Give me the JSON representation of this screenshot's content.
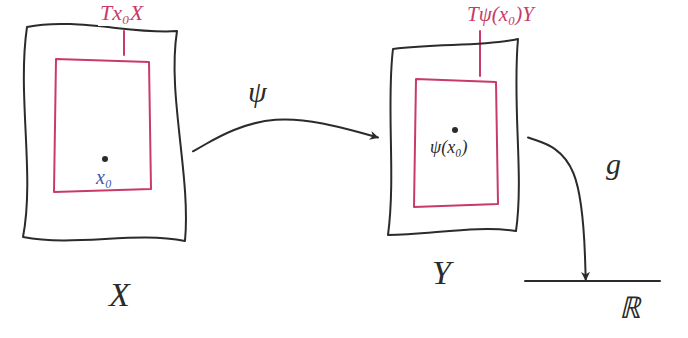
{
  "diagram": {
    "nodes": [
      {
        "text": [
          "X"
        ]
      },
      {
        "text": [
          "Tx₀X",
          "x₀"
        ],
        "in": 0
      },
      {
        "text": [
          "Y"
        ]
      },
      {
        "text": [
          "Tψ(x₀)Y",
          "ψ(x₀)"
        ],
        "in": 2
      },
      {
        "text": [
          "ℝ"
        ]
      }
    ],
    "edges": [
      {
        "from": 0,
        "to": 2,
        "arrow": "to",
        "label": "ψ"
      },
      {
        "from": 2,
        "to": 4,
        "arrow": "to",
        "label": "g"
      }
    ]
  }
}
